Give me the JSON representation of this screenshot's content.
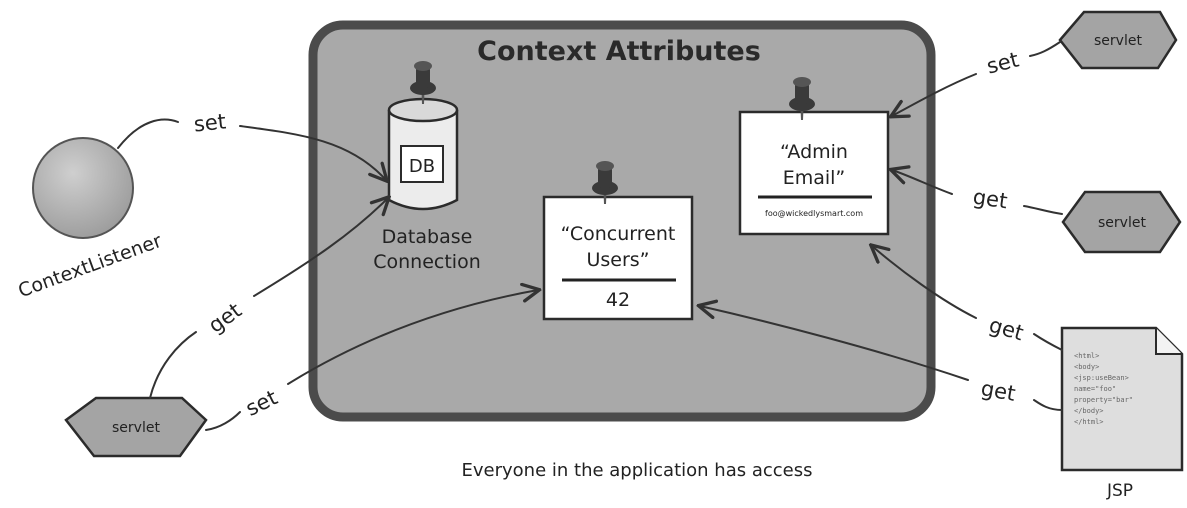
{
  "container": {
    "title": "Context Attributes"
  },
  "attributes": {
    "database": {
      "icon_label": "DB",
      "caption_line1": "Database",
      "caption_line2": "Connection"
    },
    "concurrent_users": {
      "name_line1": "“Concurrent",
      "name_line2": "Users”",
      "value": "42"
    },
    "admin_email": {
      "name_line1": "“Admin",
      "name_line2": "Email”",
      "value": "foo@wickedlysmart.com"
    }
  },
  "actors": {
    "context_listener": "ContextListener",
    "servlet_bottom_left": "servlet",
    "servlet_top_right": "servlet",
    "servlet_mid_right": "servlet",
    "jsp": "JSP",
    "jsp_code": [
      "<html>",
      "<body>",
      "<jsp:useBean>",
      "name=\"foo\"",
      "property=\"bar\"",
      "</body>",
      "</html>"
    ]
  },
  "connections": {
    "listener_set": "set",
    "servlet_left_get": "get",
    "servlet_left_set": "set",
    "servlet_top_set": "set",
    "servlet_mid_get": "get",
    "jsp_get_email": "get",
    "jsp_get_users": "get"
  },
  "footer": {
    "caption": "Everyone in the application has access"
  },
  "colors": {
    "container_fill": "#a9a9a9",
    "container_border": "#4b4b4b",
    "servlet_fill": "#a4a4a4",
    "listener_fill": "#b4b4b4",
    "note_fill": "#ffffff",
    "pin": "#3a3a3a"
  }
}
